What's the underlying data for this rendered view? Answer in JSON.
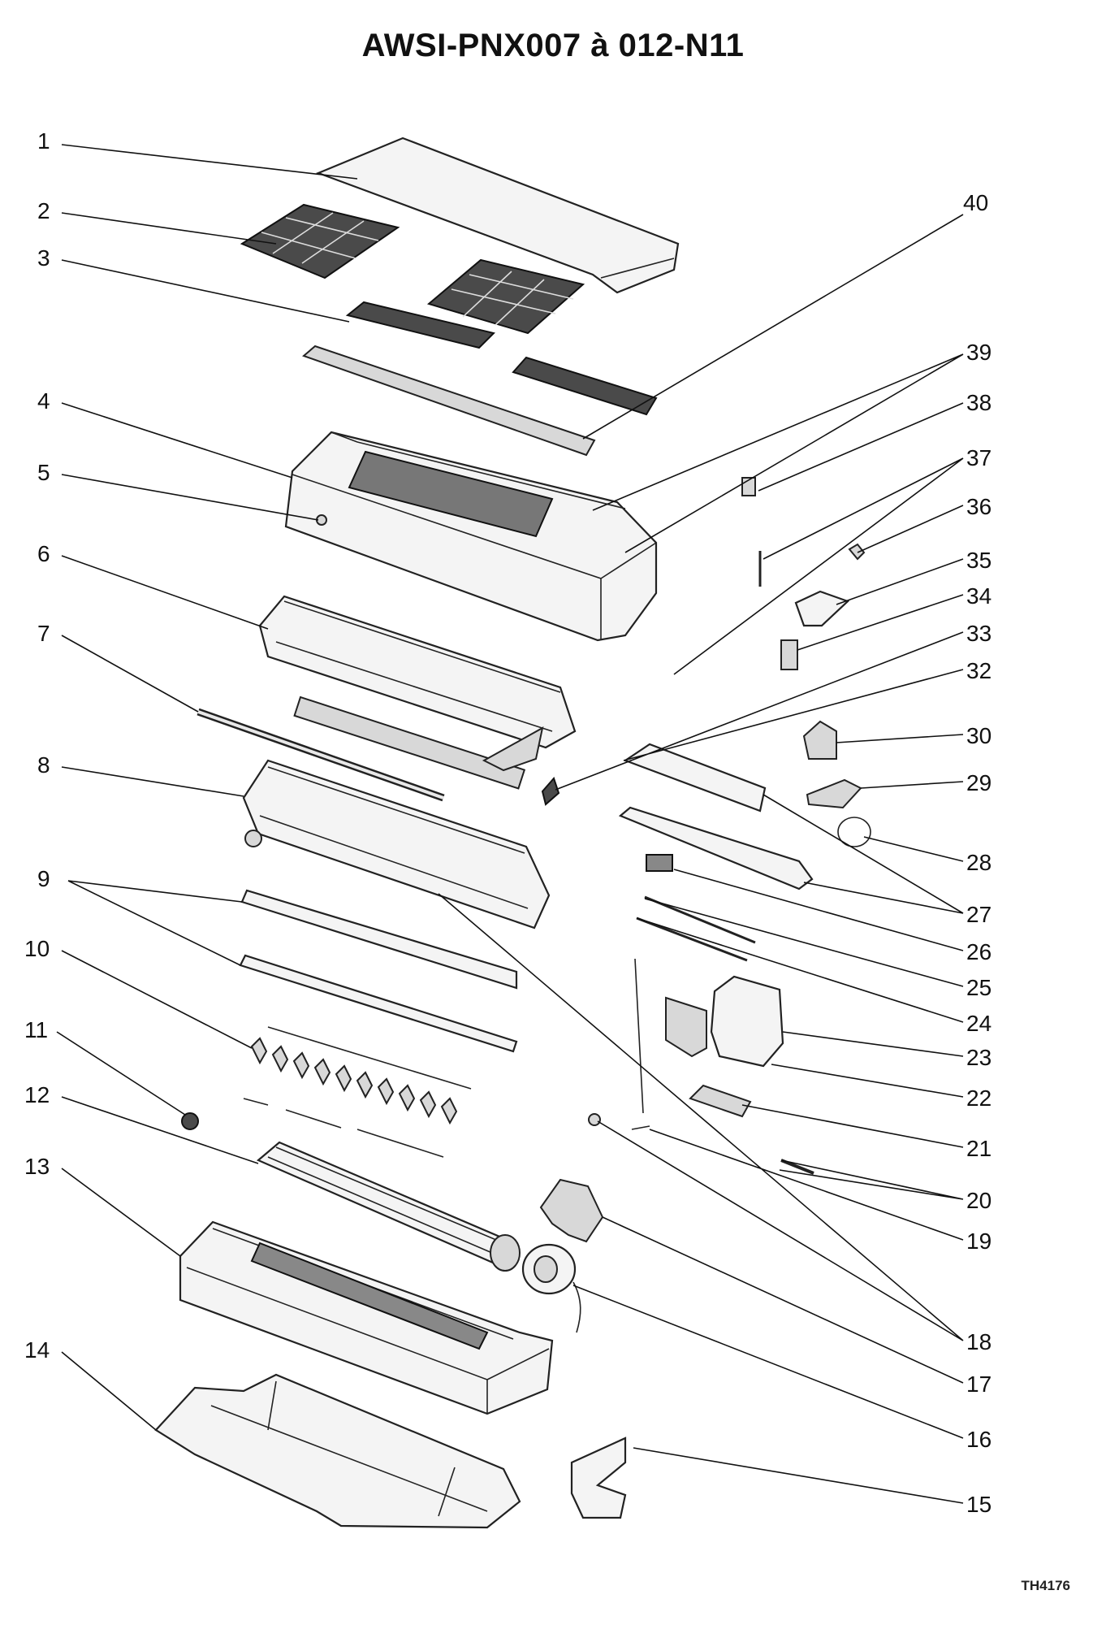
{
  "title": "AWSI-PNX007 à 012-N11",
  "reference": "TH4176",
  "labels": {
    "n1": "1",
    "n2": "2",
    "n3": "3",
    "n4": "4",
    "n5": "5",
    "n6": "6",
    "n7": "7",
    "n8": "8",
    "n9": "9",
    "n10": "10",
    "n11": "11",
    "n12": "12",
    "n13": "13",
    "n14": "14",
    "n15": "15",
    "n16": "16",
    "n17": "17",
    "n18": "18",
    "n19": "19",
    "n20": "20",
    "n21": "21",
    "n22": "22",
    "n23": "23",
    "n24": "24",
    "n25": "25",
    "n26": "26",
    "n27": "27",
    "n28": "28",
    "n29": "29",
    "n30": "30",
    "n32": "32",
    "n33": "33",
    "n34": "34",
    "n35": "35",
    "n36": "36",
    "n37": "37",
    "n38": "38",
    "n39": "39",
    "n40": "40"
  }
}
